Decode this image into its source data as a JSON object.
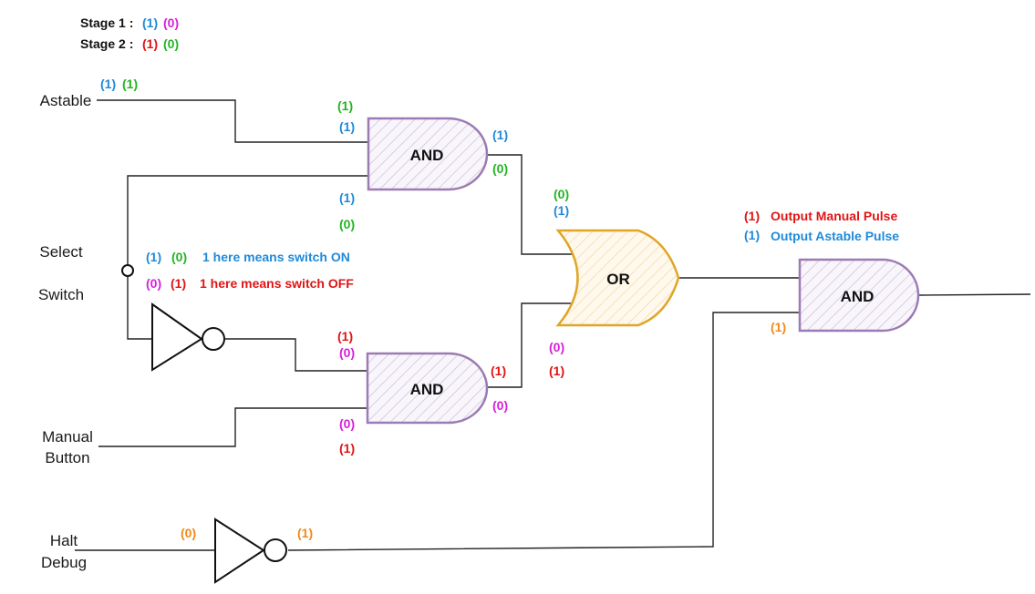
{
  "colors": {
    "blue": "#1f8ad9",
    "green": "#22b522",
    "magenta": "#d81fd8",
    "red": "#e01414",
    "orange": "#f08a1c",
    "and_stroke": "#9b7bb3",
    "or_stroke": "#e0a526"
  },
  "legend": {
    "stage1_label": "Stage 1 :",
    "stage1_a": "(1)",
    "stage1_b": "(0)",
    "stage2_label": "Stage 2 :",
    "stage2_a": "(1)",
    "stage2_b": "(0)"
  },
  "inputs": {
    "astable": "Astable",
    "select": "Select",
    "switch": "Switch",
    "manual": "Manual",
    "button": "Button",
    "halt": "Halt",
    "debug": "Debug"
  },
  "gates": {
    "and_top": "AND",
    "and_bottom": "AND",
    "or": "OR",
    "and_output": "AND"
  },
  "notes": {
    "on_text": "1 here means switch ON",
    "off_text": "1 here means switch OFF",
    "output_manual": "Output Manual Pulse",
    "output_astable": "Output Astable Pulse"
  },
  "values": {
    "astable_blue": "(1)",
    "astable_green": "(1)",
    "and1_in1_green": "(1)",
    "and1_in1_blue": "(1)",
    "and1_in2_blue": "(1)",
    "and1_in2_green": "(0)",
    "and1_out_blue": "(1)",
    "and1_out_green": "(0)",
    "or_in1_green": "(0)",
    "or_in1_blue": "(1)",
    "sel_blue": "(1)",
    "sel_green": "(0)",
    "sel_magenta": "(0)",
    "sel_red": "(1)",
    "and2_in1_red": "(1)",
    "and2_in1_magenta": "(0)",
    "and2_out_red": "(1)",
    "and2_out_magenta": "(0)",
    "or_in2_magenta": "(0)",
    "or_in2_red": "(1)",
    "and2_in2_magenta": "(0)",
    "and2_in2_red": "(1)",
    "out_manual_red": "(1)",
    "out_astable_blue": "(1)",
    "and3_in2_orange": "(1)",
    "halt_in_orange": "(0)",
    "halt_out_orange": "(1)"
  }
}
